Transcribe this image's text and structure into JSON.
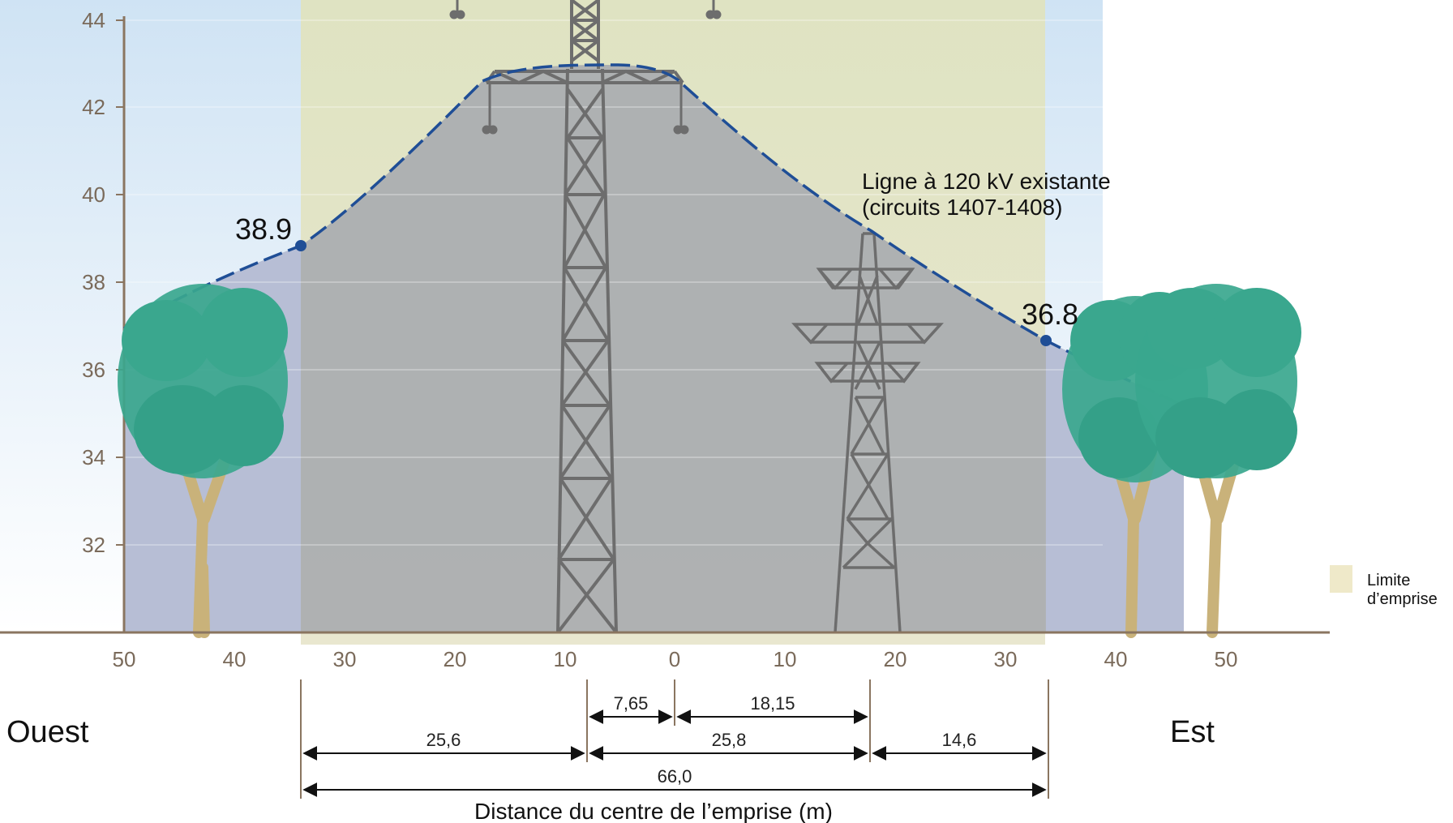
{
  "y_axis": {
    "ticks": [
      "44",
      "42",
      "40",
      "38",
      "36",
      "34",
      "32"
    ]
  },
  "x_axis": {
    "ticks": [
      "50",
      "40",
      "30",
      "20",
      "10",
      "0",
      "10",
      "20",
      "30",
      "40",
      "50"
    ],
    "title": "Distance du centre de l’emprise (m)"
  },
  "sides": {
    "west": "Ouest",
    "east": "Est"
  },
  "callouts": {
    "left_value": "38.9",
    "right_value": "36.8"
  },
  "existing_line_label": {
    "line1": "Ligne à 120 kV existante",
    "line2": "(circuits 1407-1408)"
  },
  "dimensions": {
    "d_7_65": "7,65",
    "d_18_15": "18,15",
    "d_25_6": "25,6",
    "d_25_8": "25,8",
    "d_14_6": "14,6",
    "d_66_0": "66,0"
  },
  "legend": {
    "line1": "Limite",
    "line2": "d’emprise",
    "swatch_color": "#efe9c9"
  },
  "colors": {
    "sky": "#dcebf7",
    "row_band": "#e4e6cc",
    "zone_fill": "#a9adb0",
    "profile_line": "#1f4e96",
    "tower": "#6d6d6d",
    "tree_foliage": "#3aa78e",
    "tree_trunk": "#c9b27a",
    "axis": "#8a7560"
  },
  "icons": [
    "tower-large-icon",
    "tower-small-icon",
    "tree-icon"
  ]
}
